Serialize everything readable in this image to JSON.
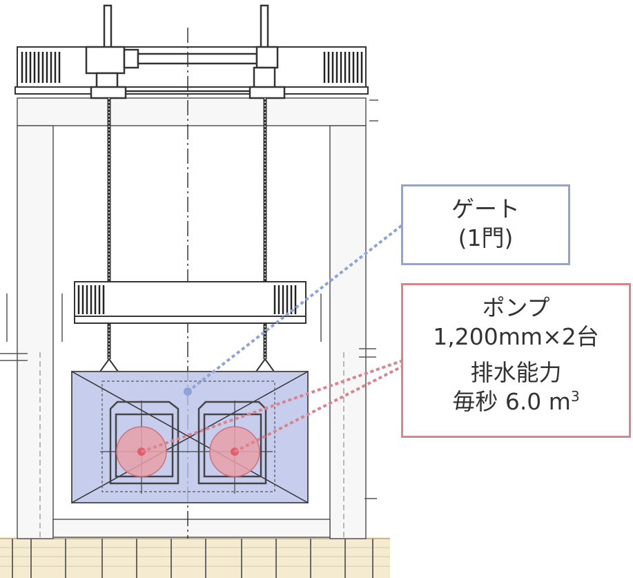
{
  "gate_callout": {
    "line1": "ゲート",
    "line2": "(1門)"
  },
  "pump_callout": {
    "line1": "ポンプ",
    "line2": "1,200mm×2台",
    "line3": "排水能力",
    "line4_prefix": "毎秒 6.0 m",
    "line4_sup": "3"
  },
  "colors": {
    "gate_accent": "#8fa3d6",
    "gate_fill": "#b8c0e8",
    "pump_accent": "#d9848c",
    "pump_fill": "#e8a0a8",
    "foundation": "#f5ebd0"
  }
}
